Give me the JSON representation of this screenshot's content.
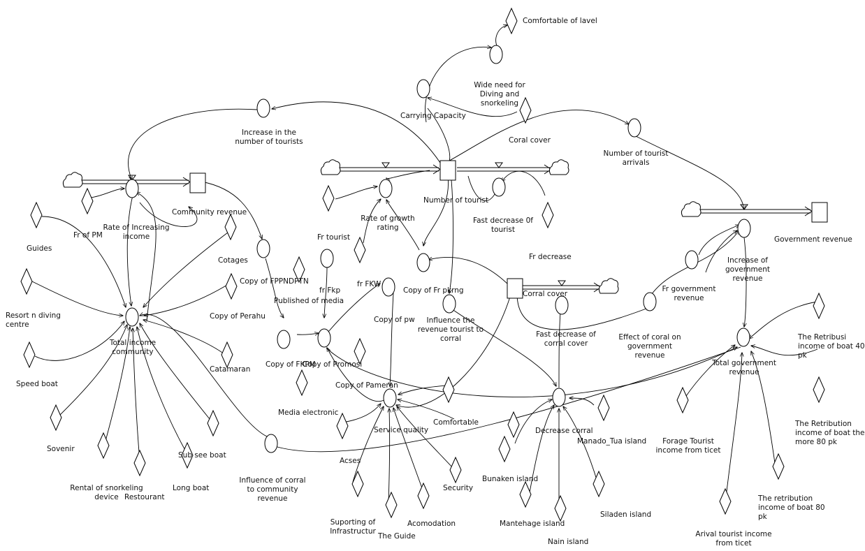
{
  "stocks": {
    "community_revenue": "Community revenue",
    "number_of_tourist": "Number of tourist",
    "government_revenue": "Government revenue",
    "corral_cover": "Corral cover"
  },
  "flows": {
    "rate_of_increasing_income": [
      "Rate of Increasing",
      "income"
    ],
    "rate_of_growth_rating": [
      "Rate of growth",
      "rating"
    ],
    "fast_decrease_of_tourist": [
      "Fast decrease 0f",
      "tourist"
    ],
    "increase_of_government_revenue": [
      "Increase of",
      "government",
      "revenue"
    ],
    "fast_decrease_of_corral_cover": [
      "Fast decrease of",
      "corral cover"
    ]
  },
  "auxiliaries": {
    "increase_in_number_of_tourists": [
      "Increase in the",
      "number of tourists"
    ],
    "carrying_capacity": "Carrying  Capacity",
    "wide_need_for_diving": [
      "Wide need for",
      "Diving and",
      "snorkeling"
    ],
    "number_of_tourist_arrivals": [
      "Number of tourist",
      "arrivals"
    ],
    "copy_of_fppndptn": "Copy of FPPNDPTN",
    "copy_of_fkpm": "Copy of FKPM",
    "copy_of_promosi": "Copy of Promosi",
    "fr_fkp": "fr Fkp",
    "fr_tourist": "Fr tourist",
    "copy_of_pw": "Copy of pw",
    "copy_of_fr_pkrng": "Copy of Fr pkrng",
    "influence_revenue_tourist_to_corral": [
      "Influence the",
      "revenue tourist to",
      "corral"
    ],
    "fr_government_revenue": [
      "Fr government",
      "revenue"
    ],
    "effect_of_coral_on_government_revenue": [
      "Effect of coral on",
      "government",
      "revenue"
    ],
    "total_income_community": [
      "Total income",
      "community"
    ],
    "service_quality": "Service quality",
    "decrease_corral": "Decrease corral",
    "total_government_revenue": [
      "Total government",
      "revenue"
    ],
    "influence_of_corral_to_community_revenue": [
      "Influence of corral",
      "to community",
      "revenue"
    ]
  },
  "constants": {
    "comfortable_of_lavel": "Comfortable of lavel",
    "coral_cover": "Coral cover",
    "fr_decrease": "Fr decrease",
    "fr_of_pm": "Fr of PM",
    "guides": "Guides",
    "resort_diving_centre": [
      "Resort n diving",
      "centre"
    ],
    "speed_boat": "Speed boat",
    "sovenir": "Sovenir",
    "rental_snorkeling": [
      "Rental of snorkeling",
      "device"
    ],
    "restourant": "Restourant",
    "long_boat": "Long boat",
    "sub_see_boat": "Sub see boat",
    "catamaran": "Catamaran",
    "copy_of_perahu": "Copy of Perahu",
    "cotages": "Cotages",
    "published_of_media": "Published of media",
    "media_electronic": "Media electronic",
    "fr_fkw": "fr FKW",
    "copy_of_pameran": "Copy of Pameran",
    "comfortable": "Comfortable",
    "acses": "Acses",
    "suporting_of_infrastructur": [
      "Suporting of",
      "Infrastructur"
    ],
    "the_guide": "The Guide",
    "acomodation": "Acomodation",
    "security": "Security",
    "bunaken_island": "Bunaken island",
    "mantehage_island": "Mantehage island",
    "nain_island": "Nain island",
    "siladen_island": "Siladen island",
    "manado_tua_island": "Manado_Tua island",
    "forage_tourist_income": [
      "Forage Tourist",
      "income from ticet"
    ],
    "arival_tourist_income": [
      "Arival tourist income",
      "from ticet"
    ],
    "retribusi_40": [
      "The Retribusi",
      "income of boat 40",
      "pk"
    ],
    "retribution_more_80": [
      "The Retribution",
      "income of boat the",
      "more 80 pk"
    ],
    "retribution_80": [
      "The retribution",
      "income of boat 80",
      "pk"
    ]
  }
}
